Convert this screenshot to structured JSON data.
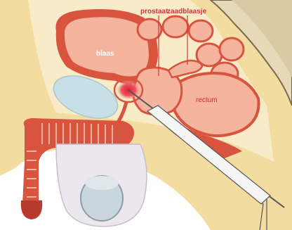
{
  "labels": {
    "prostate": "prostaat",
    "seminal_vesicle": "zaadblaasje",
    "bladder": "blaas",
    "rectum": "rectum"
  },
  "colors": {
    "label_red": "#d8323a",
    "label_white": "#ffffff",
    "label_rectum": "#c0302a",
    "organ_red": "#d9543f",
    "organ_pink": "#f4b49e",
    "organ_light": "#fbd7c8",
    "fat_yellow": "#f2dca0",
    "fat_light": "#f8ecc8",
    "bone": "#e6d9b8",
    "bone_shadow": "#7a6a55",
    "cartilage_blue": "#c7dfe6",
    "scrotum": "#ece6ee",
    "testis": "#c9d6dd",
    "tumor": "#e0202e",
    "needle": "#555555"
  }
}
